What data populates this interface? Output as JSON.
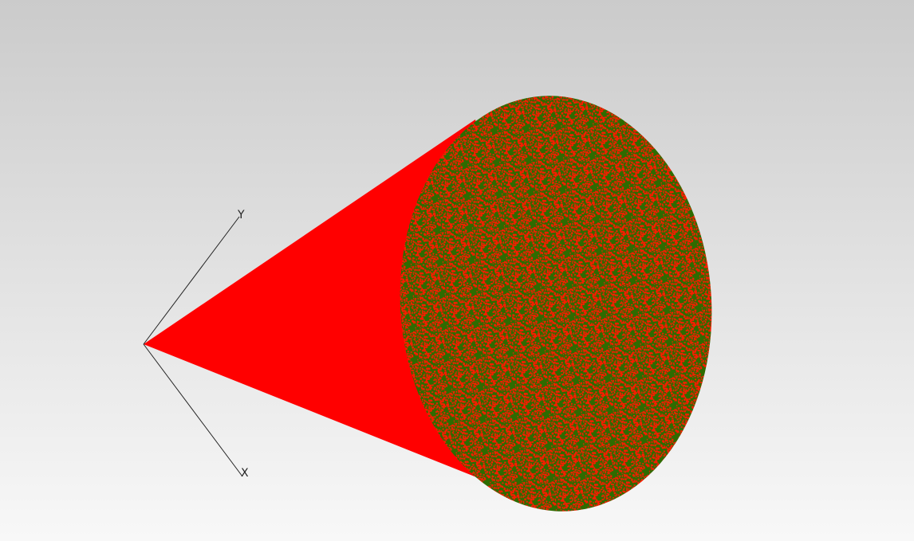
{
  "viewer": {
    "background": {
      "top_color": "#cbcbcb",
      "bottom_color": "#f8f8f8"
    },
    "model": {
      "shape": "cone",
      "side_color": "#ff0000",
      "base_color": "#2e6b00",
      "base_speckle_color": "#ff1a00"
    },
    "triad": {
      "axis_color": "#222222",
      "x_label": "X",
      "y_label": "Y"
    }
  }
}
